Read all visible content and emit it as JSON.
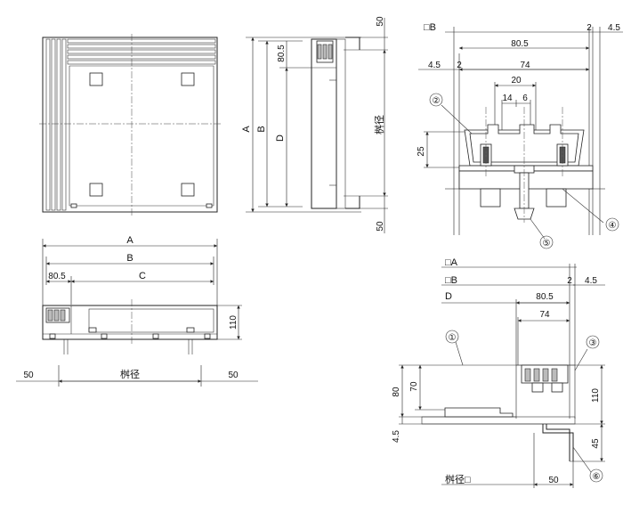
{
  "labels": {
    "A": "A",
    "B": "B",
    "C": "C",
    "D": "D",
    "sq_A": "□A",
    "sq_B": "□B",
    "masu": "桝径",
    "masu_sq": "桝径□"
  },
  "dims": {
    "d50": "50",
    "d80_5": "80.5",
    "d2": "2",
    "d4_5": "4.5",
    "d74": "74",
    "d20": "20",
    "d14": "14",
    "d6": "6",
    "d25": "25",
    "d110": "110",
    "d80": "80",
    "d70": "70",
    "d45": "45"
  },
  "callouts": [
    "①",
    "②",
    "③",
    "④",
    "⑤",
    "⑥"
  ]
}
